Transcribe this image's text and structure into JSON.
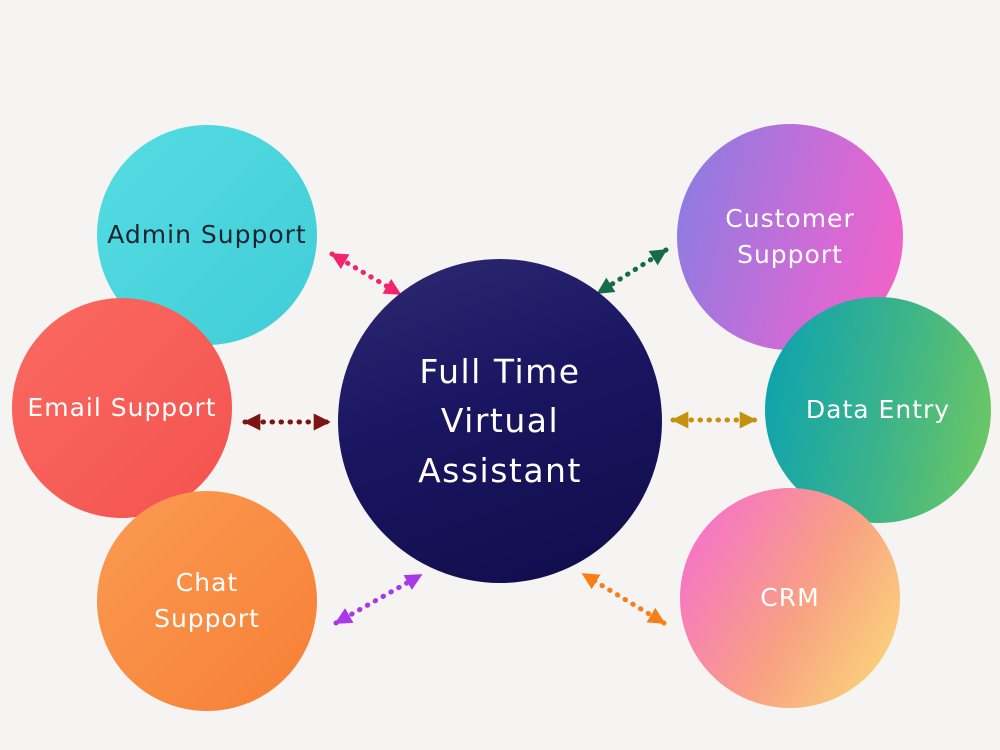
{
  "background": "#f5f4f2",
  "center": {
    "id": "full-time-virtual-assistant",
    "lines": [
      "Full Time",
      "Virtual",
      "Assistant"
    ],
    "background": "linear-gradient(160deg, #2d2973 0%, #1a1560 45%, #100d4a 100%)",
    "text_color": "#ffffff"
  },
  "nodes": [
    {
      "id": "admin-support",
      "lines": [
        "Admin Support",
        ""
      ],
      "background": "linear-gradient(135deg, #55dce2 0%, #40cdd8 100%)",
      "text_color": "#1d2430"
    },
    {
      "id": "customer-support",
      "lines": [
        "Customer",
        "Support"
      ],
      "background": "linear-gradient(105deg, #8b7ce1 5%, #d06bd6 60%, #f362c8 95%)",
      "text_color": "#ffffff"
    },
    {
      "id": "email-support",
      "lines": [
        "Email Support",
        ""
      ],
      "background": "linear-gradient(135deg, #fa6a60 0%, #f4524f 100%)",
      "text_color": "#ffffff"
    },
    {
      "id": "data-entry",
      "lines": [
        "Data Entry",
        ""
      ],
      "background": "linear-gradient(100deg, #0fa3ae 5%, #3db489 55%, #6cc764 95%)",
      "text_color": "#ffffff"
    },
    {
      "id": "chat-support",
      "lines": [
        "Chat",
        "Support"
      ],
      "background": "linear-gradient(135deg, #fa9b52 0%, #f77f35 100%)",
      "text_color": "#ffffff"
    },
    {
      "id": "crm",
      "lines": [
        "CRM",
        ""
      ],
      "background": "linear-gradient(120deg, #f56ed0 5%, #f8a183 55%, #fbd879 95%)",
      "text_color": "#ffffff"
    }
  ],
  "connectors": [
    {
      "id": "center-admin-support",
      "color": "#f0256e"
    },
    {
      "id": "center-customer-support",
      "color": "#156b4a"
    },
    {
      "id": "center-email-support",
      "color": "#7c1414"
    },
    {
      "id": "center-data-entry",
      "color": "#c5920f"
    },
    {
      "id": "center-chat-support",
      "color": "#a838e8"
    },
    {
      "id": "center-crm",
      "color": "#f87f18"
    }
  ]
}
